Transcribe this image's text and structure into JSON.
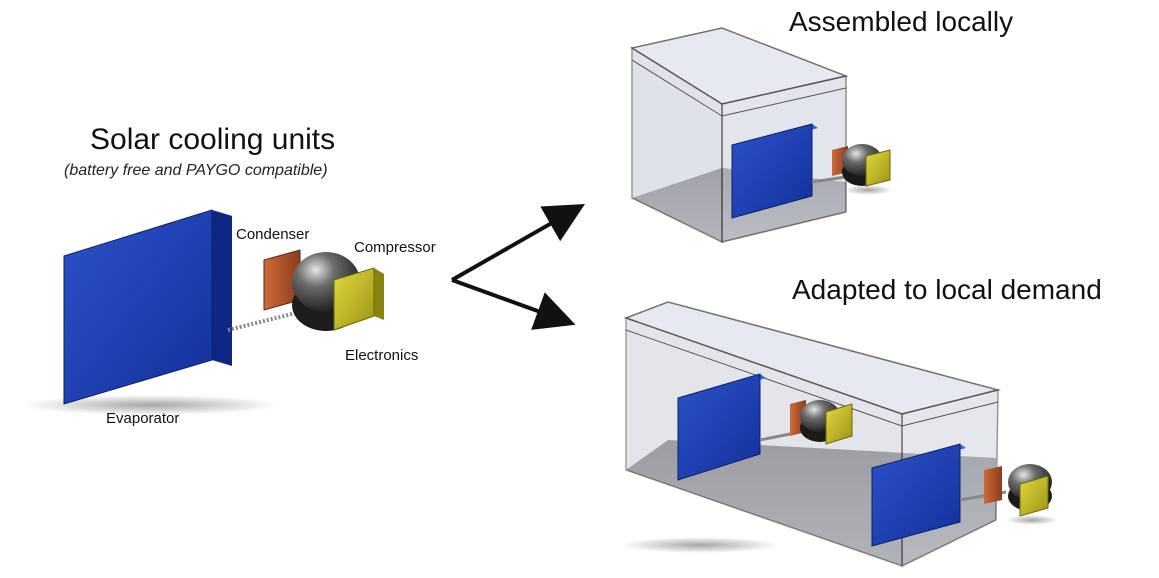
{
  "main": {
    "title": "Solar cooling units",
    "subtitle": "(battery free and PAYGO compatible)",
    "labels": {
      "condenser": "Condenser",
      "compressor": "Compressor",
      "electronics": "Electronics",
      "evaporator": "Evaporator"
    }
  },
  "branches": {
    "top": "Assembled locally",
    "bottom": "Adapted to local demand"
  },
  "colors": {
    "evaporator": "#1c3fb0",
    "condenser": "#b6572c",
    "electronics": "#c9c12a",
    "compressor": "#2a2a2a",
    "box_fill": "#d9dce6",
    "box_edge": "#333333"
  }
}
